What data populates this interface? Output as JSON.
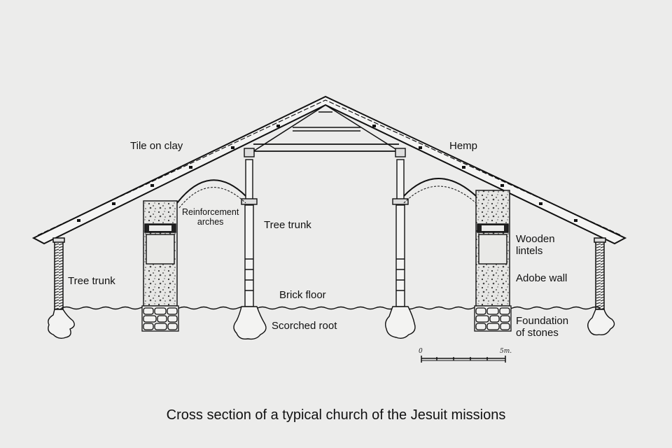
{
  "labels": {
    "tile_on_clay": "Tile on clay",
    "hemp": "Hemp",
    "reinforcement_arches_1": "Reinforcement",
    "reinforcement_arches_2": "arches",
    "tree_trunk_inner": "Tree trunk",
    "tree_trunk_outer": "Tree trunk",
    "wooden_lintels_1": "Wooden",
    "wooden_lintels_2": "lintels",
    "adobe_wall": "Adobe wall",
    "brick_floor": "Brick floor",
    "scorched_root": "Scorched root",
    "foundation_1": "Foundation",
    "foundation_2": "of stones"
  },
  "scale_bar": {
    "start": "0",
    "end": "5m."
  },
  "caption": "Cross section of a typical church of the Jesuit missions"
}
